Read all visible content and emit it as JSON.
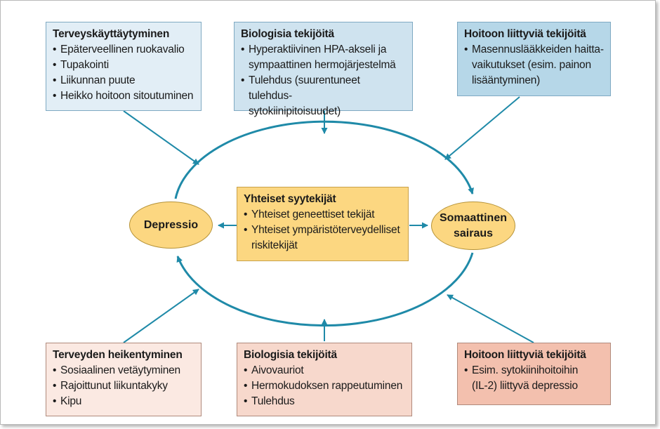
{
  "top_left": {
    "title": "Terveyskäyttäytyminen",
    "items": [
      "Epäterveellinen ruokavalio",
      "Tupakointi",
      "Liikunnan puute",
      "Heikko hoitoon sitoutuminen"
    ]
  },
  "top_middle": {
    "title": "Biologisia tekijöitä",
    "items": [
      "Hyperaktiivinen HPA-akseli ja",
      "sympaattinen hermojärjestelmä",
      "Tulehdus (suurentuneet tulehdus-",
      "sytokiinipitoisuudet)"
    ]
  },
  "top_right": {
    "title": "Hoitoon liittyviä tekijöitä",
    "items": [
      "Masennuslääkkeiden haitta-",
      "vaikutukset (esim. painon",
      "lisääntyminen)"
    ]
  },
  "center": {
    "title": "Yhteiset syytekijät",
    "items": [
      "Yhteiset geneettiset tekijät",
      "Yhteiset ympäristöterveydelliset",
      "riskitekijät"
    ]
  },
  "left_node": {
    "label": "Depressio"
  },
  "right_node": {
    "label_line1": "Somaattinen",
    "label_line2": "sairaus"
  },
  "bottom_left": {
    "title": "Terveyden heikentyminen",
    "items": [
      "Sosiaalinen vetäytyminen",
      "Rajoittunut liikuntakyky",
      "Kipu"
    ]
  },
  "bottom_middle": {
    "title": "Biologisia tekijöitä",
    "items": [
      "Aivovauriot",
      "Hermokudoksen rappeutuminen",
      "Tulehdus"
    ]
  },
  "bottom_right": {
    "title": "Hoitoon liittyviä tekijöitä",
    "items": [
      "Esim. sytokiinihoitoihin",
      "(IL-2) liittyvä depressio"
    ]
  },
  "colors": {
    "arrow": "#1f8aa8",
    "oval_fill": "#fcd781",
    "blue_box": "#cfe3ef",
    "peach_box": "#f7d8cc"
  }
}
